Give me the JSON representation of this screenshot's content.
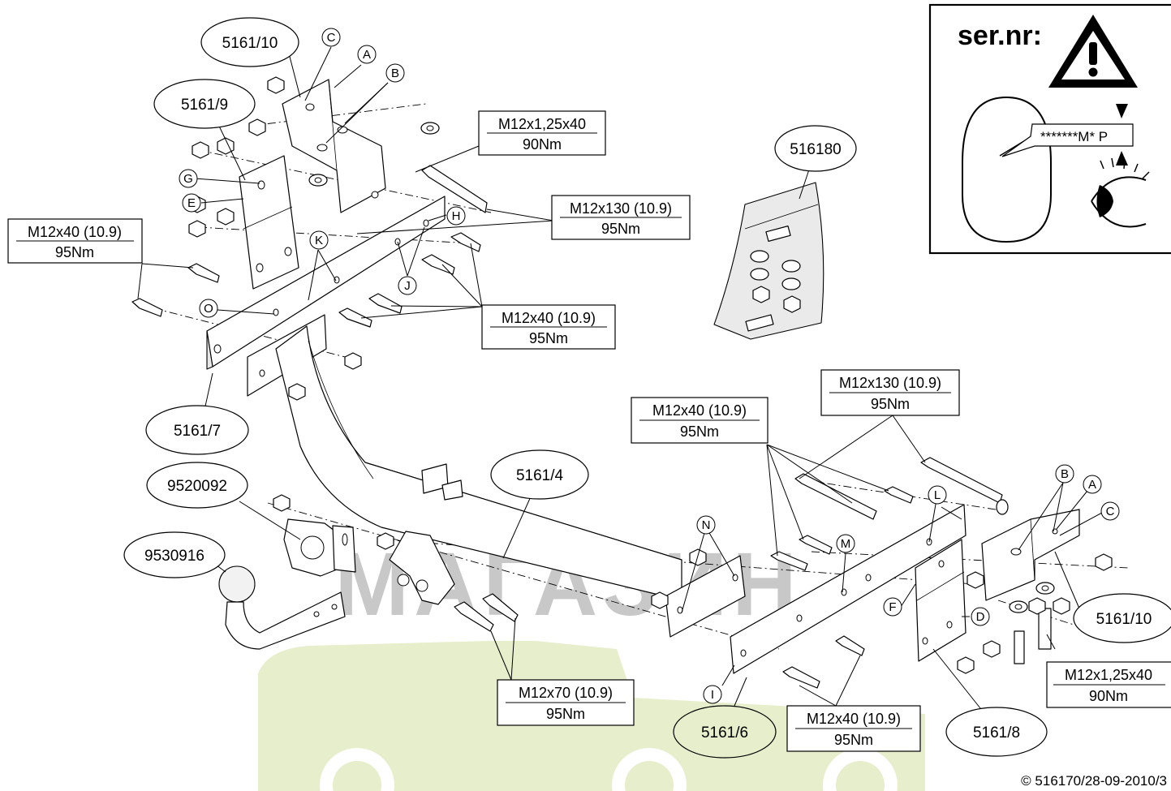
{
  "watermark": {
    "text": "МАГАЗИН",
    "text_color": "#c8c8c8",
    "car_color": "#e6eecb"
  },
  "serial_panel": {
    "title": "ser.nr:",
    "plate_text": "*******M* P",
    "warning_icon": "warning-triangle-icon",
    "eye_icon": "eye-icon"
  },
  "part_labels": {
    "p5161_10_top": "5161/10",
    "p5161_9": "5161/9",
    "p5161_7": "5161/7",
    "p516180": "516180",
    "p5161_4": "5161/4",
    "p9520092": "9520092",
    "p9530916": "9530916",
    "p5161_6": "5161/6",
    "p5161_8": "5161/8",
    "p5161_10_right": "5161/10"
  },
  "specs": {
    "s1": {
      "size": "M12x1,25x40",
      "torque": "90Nm"
    },
    "s2": {
      "size": "M12x130 (10.9)",
      "torque": "95Nm"
    },
    "s3": {
      "size": "M12x40 (10.9)",
      "torque": "95Nm"
    },
    "s4": {
      "size": "M12x40 (10.9)",
      "torque": "95Nm"
    },
    "s5": {
      "size": "M12x130 (10.9)",
      "torque": "95Nm"
    },
    "s6": {
      "size": "M12x40 (10.9)",
      "torque": "95Nm"
    },
    "s7": {
      "size": "M12x70 (10.9)",
      "torque": "95Nm"
    },
    "s8": {
      "size": "M12x40 (10.9)",
      "torque": "95Nm"
    },
    "s9": {
      "size": "M12x1,25x40",
      "torque": "90Nm"
    }
  },
  "letters": {
    "C1": "C",
    "A1": "A",
    "B1": "B",
    "G": "G",
    "E": "E",
    "H": "H",
    "K": "K",
    "J": "J",
    "O": "O",
    "N": "N",
    "M": "M",
    "L": "L",
    "B2": "B",
    "A2": "A",
    "C2": "C",
    "F": "F",
    "D": "D",
    "I": "I"
  },
  "copyright": "© 516170/28-09-2010/3"
}
